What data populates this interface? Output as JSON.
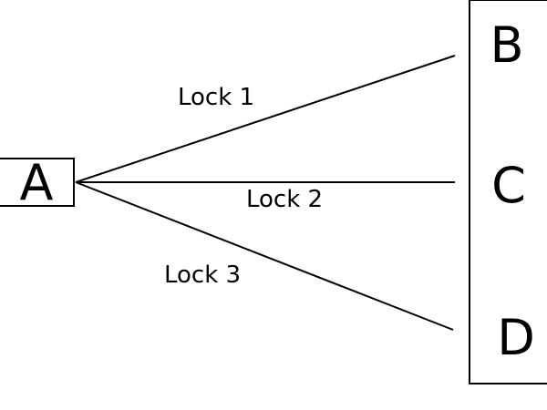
{
  "nodes": {
    "a": "A",
    "b": "B",
    "c": "C",
    "d": "D"
  },
  "edges": [
    {
      "from": "A",
      "to": "B",
      "label": "Lock 1"
    },
    {
      "from": "A",
      "to": "C",
      "label": "Lock 2"
    },
    {
      "from": "A",
      "to": "D",
      "label": "Lock 3"
    }
  ],
  "colors": {
    "stroke": "#000000",
    "text": "#000000",
    "background": "#ffffff"
  }
}
